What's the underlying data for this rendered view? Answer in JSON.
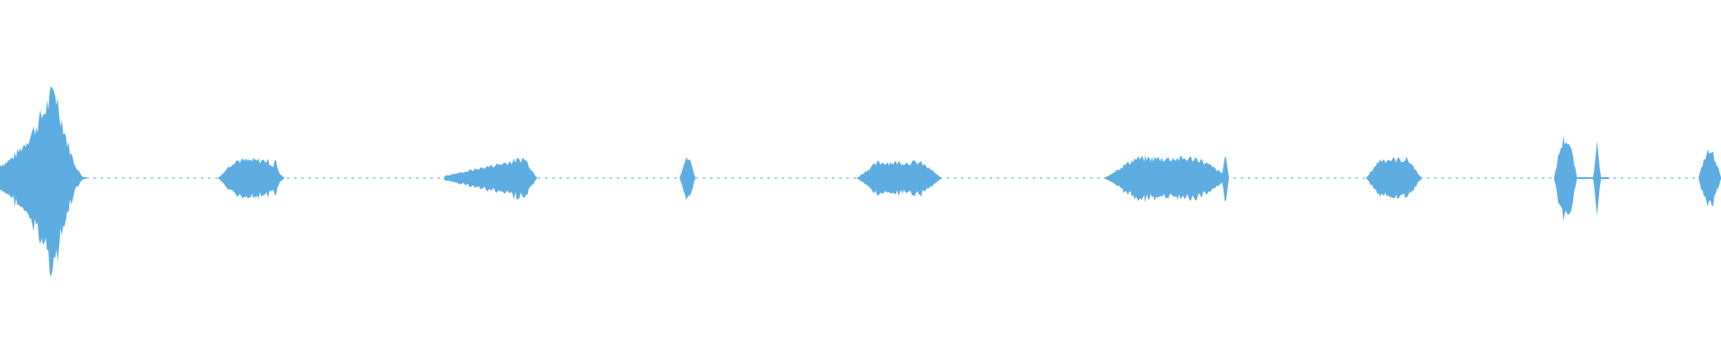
{
  "waveform": {
    "color": "#5dade2",
    "baseline_dash": [
      3,
      5
    ],
    "bursts": [
      {
        "name": "burst-1",
        "start": 0.0,
        "peak": 0.032,
        "end": 0.05,
        "amp": 0.92,
        "shape": "spike"
      },
      {
        "name": "burst-2",
        "start": 0.127,
        "peak": 0.14,
        "end": 0.165,
        "amp": 0.18,
        "shape": "plateau",
        "tail_spike": 0.16,
        "tail_amp": 0.22
      },
      {
        "name": "burst-3",
        "start": 0.258,
        "peak": 0.305,
        "end": 0.312,
        "amp": 0.2,
        "shape": "ramp"
      },
      {
        "name": "burst-4",
        "start": 0.395,
        "peak": 0.399,
        "end": 0.404,
        "amp": 0.2,
        "shape": "blip"
      },
      {
        "name": "burst-5",
        "start": 0.498,
        "peak": 0.53,
        "end": 0.547,
        "amp": 0.16,
        "shape": "plateau"
      },
      {
        "name": "burst-6",
        "start": 0.642,
        "peak": 0.68,
        "end": 0.714,
        "amp": 0.2,
        "shape": "plateau",
        "tail_spike": 0.712,
        "tail_amp": 0.26
      },
      {
        "name": "burst-7",
        "start": 0.794,
        "peak": 0.81,
        "end": 0.826,
        "amp": 0.19,
        "shape": "plateau"
      },
      {
        "name": "burst-8",
        "start": 0.903,
        "peak": 0.915,
        "end": 0.935,
        "amp": 0.4,
        "shape": "double",
        "tail_spike": 0.928,
        "tail_amp": 0.38
      },
      {
        "name": "burst-9",
        "start": 0.987,
        "peak": 0.995,
        "end": 1.0,
        "amp": 0.27,
        "shape": "blip"
      }
    ]
  }
}
